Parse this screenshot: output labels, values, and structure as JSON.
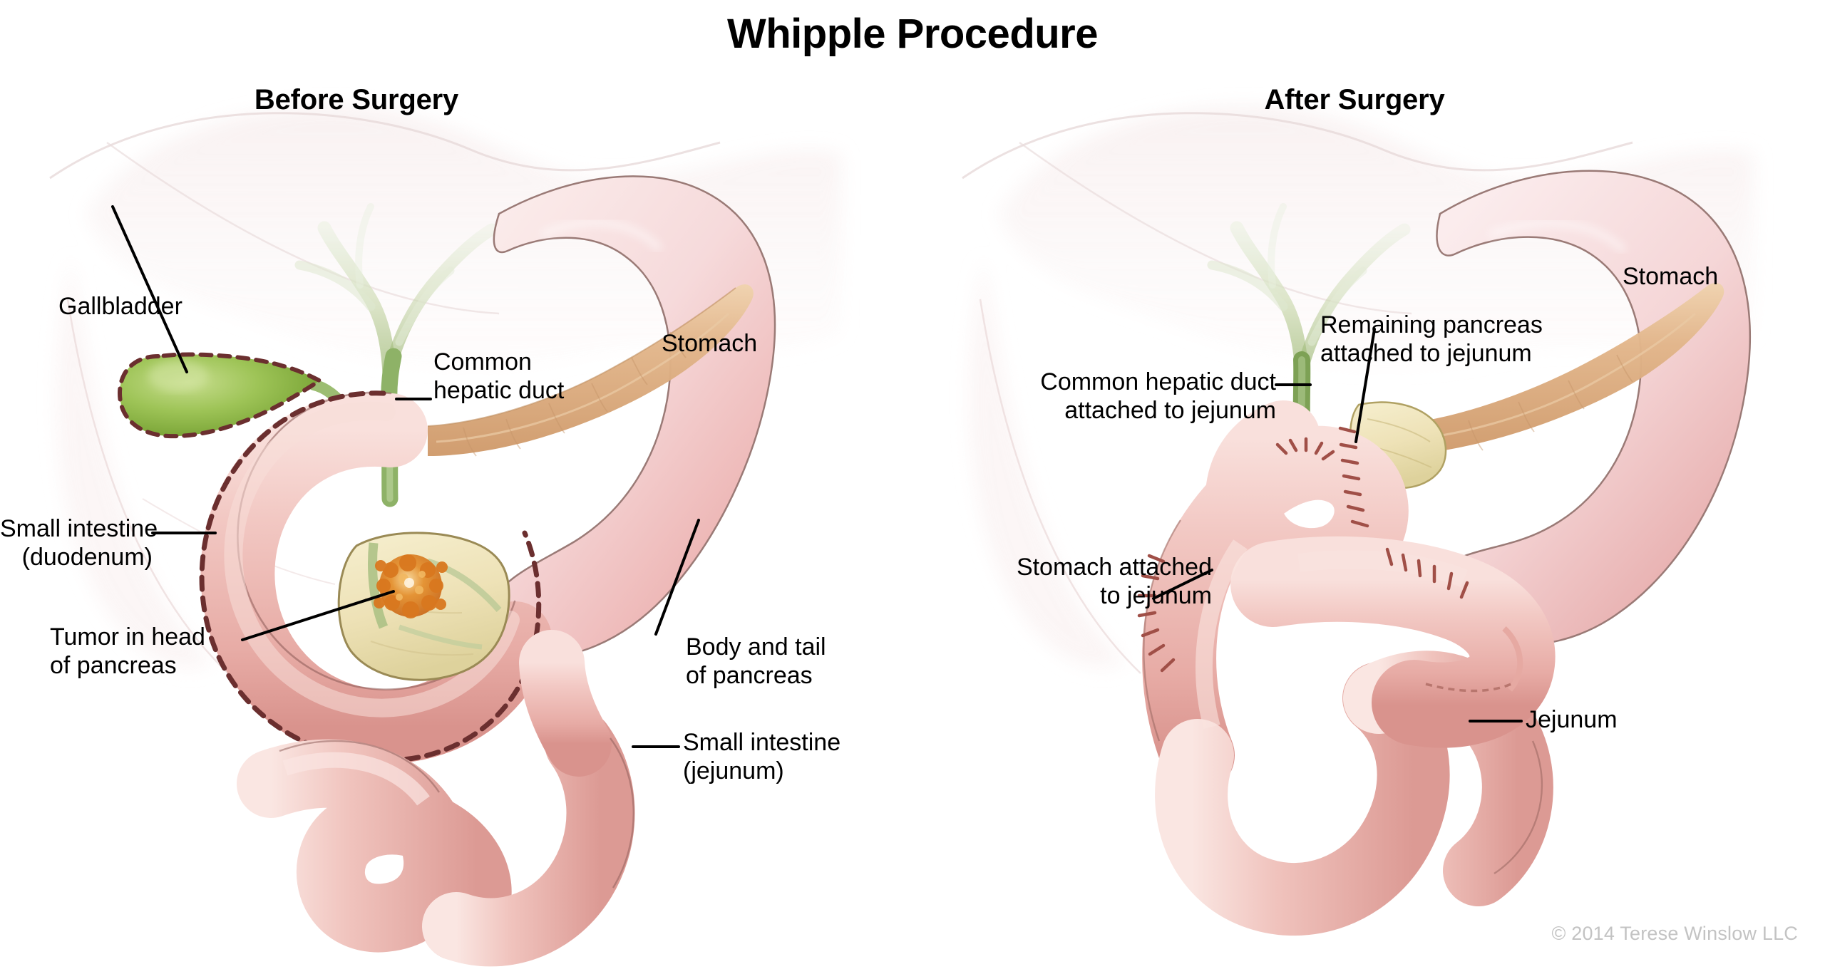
{
  "figure": {
    "title": "Whipple Procedure",
    "copyright": "© 2014 Terese Winslow LLC"
  },
  "panels": [
    {
      "id": "before",
      "heading": "Before Surgery",
      "labels": [
        {
          "name": "gallbladder",
          "text": "Gallbladder"
        },
        {
          "name": "common-hepatic-duct",
          "text": "Common\nhepatic duct"
        },
        {
          "name": "stomach",
          "text": "Stomach"
        },
        {
          "name": "small-intestine-duodenum",
          "text": "Small intestine\n(duodenum)"
        },
        {
          "name": "tumor-head-pancreas",
          "text": "Tumor in head\nof pancreas"
        },
        {
          "name": "body-tail-pancreas",
          "text": "Body and tail\nof pancreas"
        },
        {
          "name": "small-intestine-jejunum",
          "text": "Small intestine\n(jejunum)"
        }
      ]
    },
    {
      "id": "after",
      "heading": "After Surgery",
      "labels": [
        {
          "name": "common-hepatic-duct-attached",
          "text": "Common hepatic duct\nattached to jejunum"
        },
        {
          "name": "remaining-pancreas-attached",
          "text": "Remaining pancreas\nattached to jejunum"
        },
        {
          "name": "stomach",
          "text": "Stomach"
        },
        {
          "name": "stomach-attached",
          "text": "Stomach attached\nto jejunum"
        },
        {
          "name": "jejunum",
          "text": "Jejunum"
        }
      ]
    }
  ],
  "colors": {
    "background": "#ffffff",
    "text": "#000000",
    "copyright_text": "#c3c3c3",
    "gallbladder_green": "#8cbb4a",
    "gallbladder_green_dark": "#5f8c2a",
    "duct_green": "#9dbd7e",
    "duct_green_pale": "#e6ece0",
    "resection_dashed_outline": "#6b2f2f",
    "suture_line": "#a85a52",
    "intestine_pink": "#eeb9b4",
    "intestine_pink_light": "#f7d8d4",
    "intestine_outline": "#8a5a55",
    "stomach_pink": "#f6dcdd",
    "stomach_pink_deep": "#e8a9a8",
    "pancreas_tan": "#d7a878",
    "pancreas_tan_light": "#ecc9a4",
    "pancreas_head_cream": "#eee3bd",
    "tumor_orange": "#e07b2a",
    "tumor_orange_light": "#f3b45e",
    "liver_ghost": "#f6eaea"
  }
}
